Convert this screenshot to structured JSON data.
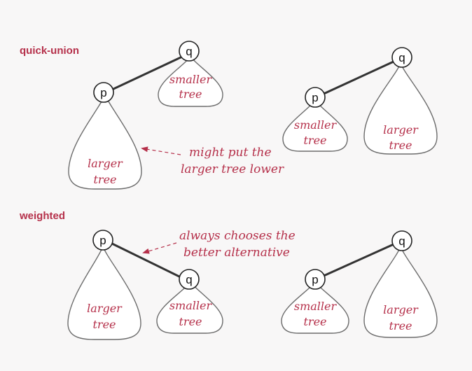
{
  "colors": {
    "accent": "#b5304a",
    "outline": "#6c6c6c",
    "background": "#f8f7f7"
  },
  "sections": {
    "quick_union": "quick-union",
    "weighted": "weighted"
  },
  "nodes": {
    "p": "p",
    "q": "q"
  },
  "trees": {
    "larger_line1": "larger",
    "larger_line2": "tree",
    "smaller_line1": "smaller",
    "smaller_line2": "tree"
  },
  "notes": {
    "quick_union_line1": "might put the",
    "quick_union_line2": "larger tree lower",
    "weighted_line1": "always chooses the",
    "weighted_line2": "better alternative"
  }
}
